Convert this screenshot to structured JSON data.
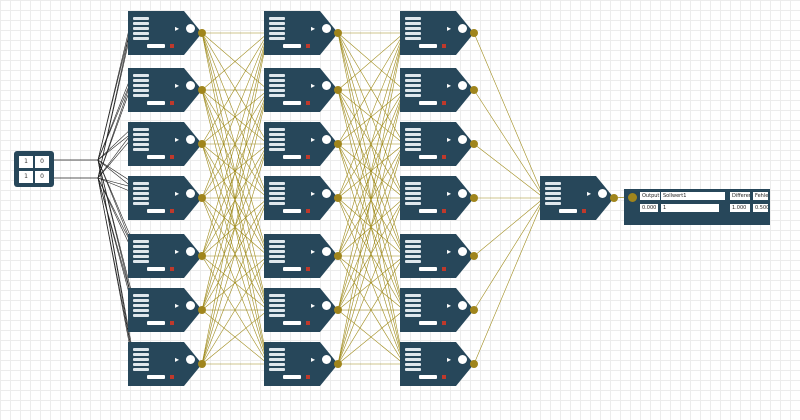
{
  "canvas": {
    "background": "#ffffff",
    "grid": true
  },
  "colors": {
    "node": "#27475a",
    "wire_hidden": "#a08c1e",
    "wire_input": "#222222",
    "indicator": "#c0392b",
    "port": "#a0851c"
  },
  "input_panel": {
    "cells": [
      "1",
      "0",
      "1",
      "0"
    ]
  },
  "network": {
    "layers": [
      7,
      7,
      7,
      1
    ],
    "node_icons": [
      "settings-knob-icon",
      "arrow-right-icon"
    ]
  },
  "output_panel": {
    "output_label": "Output",
    "output_value": "0.000",
    "target_name": "Sollwert1",
    "target_value": "1",
    "difference_label": "Differenz",
    "difference_value": "1.000",
    "error_label": "Fehler",
    "error_value": "0.500"
  }
}
